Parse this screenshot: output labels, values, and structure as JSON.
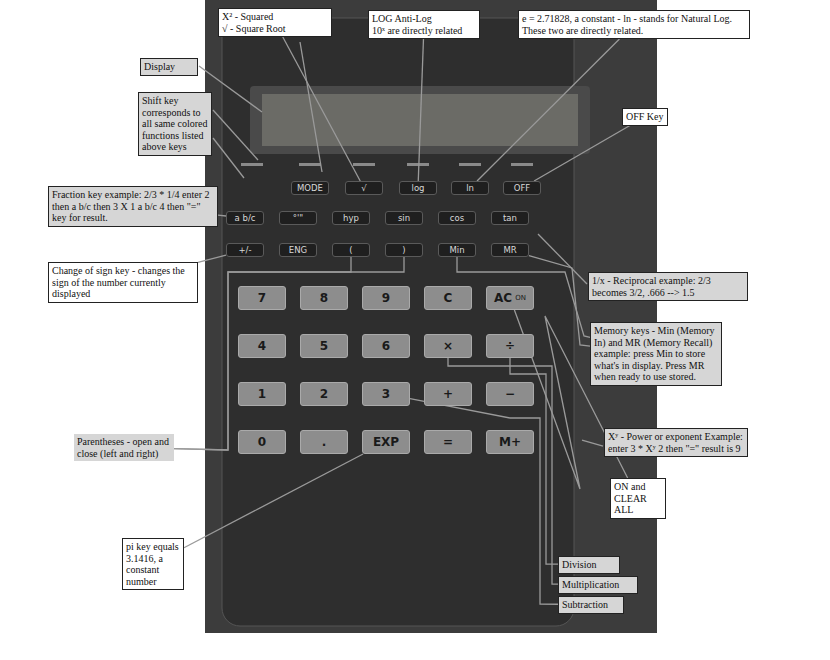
{
  "diagram": {
    "nodes": [
      {
        "text": [
          "Display"
        ]
      },
      {
        "text": [
          "X² - Squared",
          "√ - Square Root"
        ]
      },
      {
        "text": [
          "LOG Anti-Log",
          "10ˣ are directly related"
        ]
      },
      {
        "text": [
          "e = 2.71828, a constant - ln - stands for Natural Log. These two are directly related."
        ]
      },
      {
        "text": [
          "OFF Key"
        ]
      },
      {
        "text": [
          "Shift key corresponds to all same colored functions listed above keys"
        ]
      },
      {
        "text": [
          "Fraction key example: 2/3 * 1/4 enter 2 then a b/c then 3 X 1 a b/c 4 then \"=\" key for result."
        ]
      },
      {
        "text": [
          "1/x - Reciprocal example: 2/3 becomes 3/2, .666 --> 1.5"
        ]
      },
      {
        "text": [
          "Change of sign key - changes the sign of the number currently displayed"
        ]
      },
      {
        "text": [
          "Memory keys - Min (Memory In) and MR (Memory Recall) example: press Min to store what's in display. Press MR when ready to use stored."
        ]
      },
      {
        "text": [
          "Xʸ - Power or exponent Example: enter 3 * Xʸ 2 then \"=\" result is 9"
        ]
      },
      {
        "text": [
          "Parentheses - open and close (left and right)"
        ]
      },
      {
        "text": [
          "ON and CLEAR ALL"
        ]
      },
      {
        "text": [
          "pi key equals 3.1416, a constant number"
        ]
      },
      {
        "text": [
          "Division"
        ]
      },
      {
        "text": [
          "Multiplication"
        ]
      },
      {
        "text": [
          "Subtraction"
        ]
      },
      {
        "text": [
          "MODE"
        ]
      },
      {
        "text": [
          "√"
        ]
      },
      {
        "text": [
          "log"
        ]
      },
      {
        "text": [
          "ln"
        ]
      },
      {
        "text": [
          "OFF"
        ]
      },
      {
        "text": [
          "a b/c"
        ]
      },
      {
        "text": [
          "°'\""
        ]
      },
      {
        "text": [
          "hyp"
        ]
      },
      {
        "text": [
          "sin"
        ]
      },
      {
        "text": [
          "cos"
        ]
      },
      {
        "text": [
          "tan"
        ]
      },
      {
        "text": [
          "+/-"
        ]
      },
      {
        "text": [
          "ENG"
        ]
      },
      {
        "text": [
          "("
        ]
      },
      {
        "text": [
          ")"
        ]
      },
      {
        "text": [
          "Min"
        ]
      },
      {
        "text": [
          "MR"
        ]
      },
      {
        "text": [
          "7"
        ]
      },
      {
        "text": [
          "8"
        ]
      },
      {
        "text": [
          "9"
        ]
      },
      {
        "text": [
          "C"
        ]
      },
      {
        "text": [
          "AC",
          "ON"
        ]
      },
      {
        "text": [
          "4"
        ]
      },
      {
        "text": [
          "5"
        ]
      },
      {
        "text": [
          "6"
        ]
      },
      {
        "text": [
          "×"
        ]
      },
      {
        "text": [
          "÷"
        ]
      },
      {
        "text": [
          "1"
        ]
      },
      {
        "text": [
          "2"
        ]
      },
      {
        "text": [
          "3"
        ]
      },
      {
        "text": [
          "+"
        ]
      },
      {
        "text": [
          "−"
        ]
      },
      {
        "text": [
          "0"
        ]
      },
      {
        "text": [
          "."
        ]
      },
      {
        "text": [
          "EXP"
        ]
      },
      {
        "text": [
          "="
        ]
      },
      {
        "text": [
          "M+"
        ]
      }
    ],
    "edges": [
      {
        "from": 1,
        "to": 18,
        "arrow": "none"
      },
      {
        "from": 2,
        "to": 19,
        "arrow": "none"
      },
      {
        "from": 3,
        "to": 20,
        "arrow": "none"
      },
      {
        "from": 4,
        "to": 21,
        "arrow": "none"
      },
      {
        "from": 6,
        "to": 22,
        "arrow": "none"
      },
      {
        "from": 8,
        "to": 28,
        "arrow": "none"
      },
      {
        "from": 9,
        "to": 32,
        "arrow": "none"
      },
      {
        "from": 9,
        "to": 33,
        "arrow": "none"
      },
      {
        "from": 11,
        "to": 30,
        "arrow": "none"
      },
      {
        "from": 11,
        "to": 31,
        "arrow": "none"
      },
      {
        "from": 12,
        "to": 38,
        "arrow": "none"
      },
      {
        "from": 13,
        "to": 51,
        "arrow": "none"
      },
      {
        "from": 14,
        "to": 43,
        "arrow": "none"
      },
      {
        "from": 15,
        "to": 42,
        "arrow": "none"
      },
      {
        "from": 16,
        "to": 46,
        "arrow": "none"
      }
    ]
  }
}
